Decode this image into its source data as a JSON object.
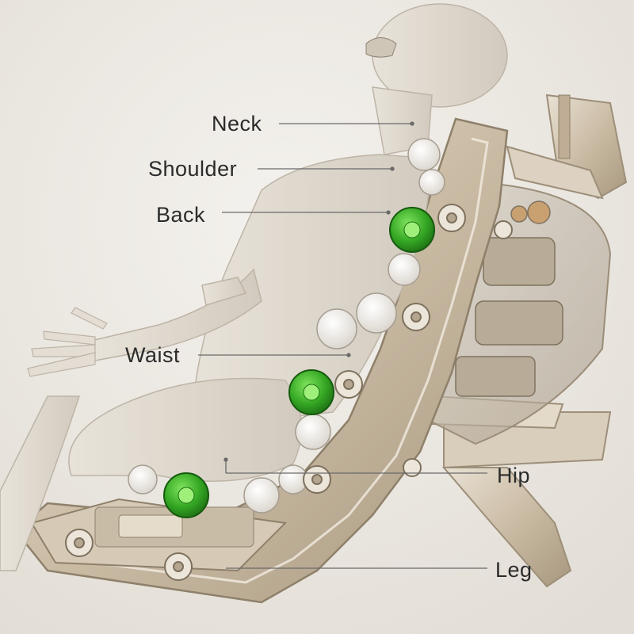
{
  "annotations": {
    "neck": "Neck",
    "shoulder": "Shoulder",
    "back": "Back",
    "waist": "Waist",
    "hip": "Hip",
    "leg": "Leg"
  },
  "colors": {
    "background": "#efece6",
    "figure": "#ddd6ca",
    "frame": "#cdbfaa",
    "roller_green": "#39b52a",
    "roller_white": "#f4f1ec",
    "leader_line": "#6a6a6a",
    "label_text": "#2b2b2b"
  }
}
